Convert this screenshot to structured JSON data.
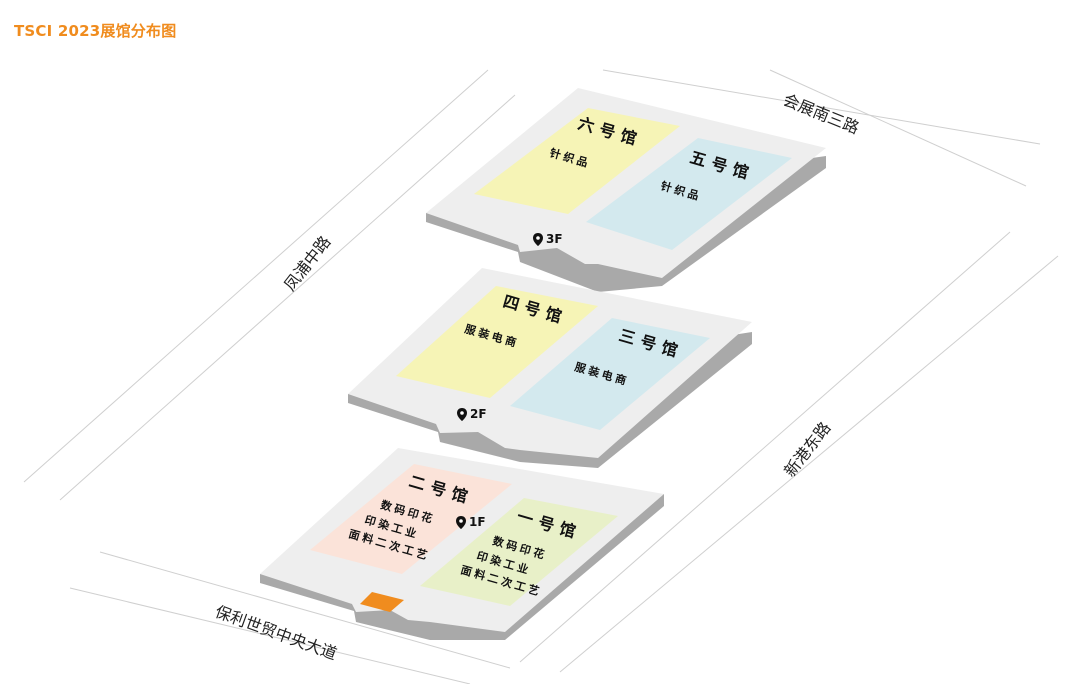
{
  "title": "TSCI 2023展馆分布图",
  "roads": {
    "north": "会展南三路",
    "west": "凤浦中路",
    "east": "新港东路",
    "south": "保利世贸中央大道"
  },
  "floors": {
    "f3": "3F",
    "f2": "2F",
    "f1": "1F"
  },
  "halls": {
    "hall6": {
      "name": "六号馆",
      "lines": [
        "针织品"
      ]
    },
    "hall5": {
      "name": "五号馆",
      "lines": [
        "针织品"
      ]
    },
    "hall4": {
      "name": "四号馆",
      "lines": [
        "服装电商"
      ]
    },
    "hall3": {
      "name": "三号馆",
      "lines": [
        "服装电商"
      ]
    },
    "hall2": {
      "name": "二号馆",
      "lines": [
        "数码印花",
        "印染工业",
        "面料二次工艺"
      ]
    },
    "hall1": {
      "name": "一号馆",
      "lines": [
        "数码印花",
        "印染工业",
        "面料二次工艺"
      ]
    }
  },
  "colors": {
    "title": "#f08c1e",
    "platform_top": "#eeeeee",
    "platform_side": "#a9a9a9",
    "yellow_hall": "#f6f4b6",
    "blue_hall": "#d3e9ee",
    "pink_hall": "#fbe3d9",
    "green_hall": "#e8f0c8",
    "entrance": "#f08c1e"
  },
  "icons": {
    "floor_marker": "location-pin-icon"
  }
}
